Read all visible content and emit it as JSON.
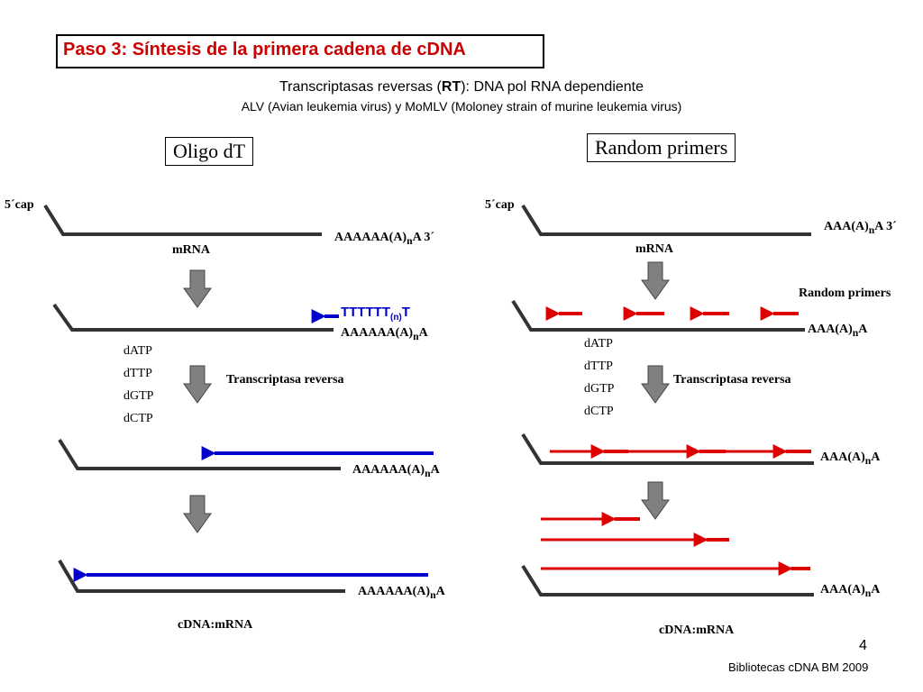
{
  "title": "Paso 3: Síntesis de la primera cadena de cDNA",
  "subtitle": {
    "prefix": "Transcriptasas reversas (",
    "abbr": "RT",
    "suffix": "): DNA pol RNA dependiente",
    "line2": "ALV (Avian leukemia virus) y MoMLV (Moloney strain of murine leukemia virus)"
  },
  "left": {
    "heading": "Oligo dT",
    "cap": "5´cap",
    "tail_row1": {
      "pre": "AAAAAA(A)",
      "sub": "n",
      "post": "A  3´"
    },
    "mrna": "mRNA",
    "oligo": {
      "pre": "TTTTTT",
      "sub": "(n)",
      "post": "T"
    },
    "tail": {
      "pre": "AAAAAA(A)",
      "sub": "n",
      "post": "A"
    },
    "dntps": [
      "dATP",
      "dTTP",
      "dGTP",
      "dCTP"
    ],
    "enzyme": "Transcriptasa reversa",
    "result": "cDNA:mRNA"
  },
  "right": {
    "heading": "Random primers",
    "cap": "5´cap",
    "tail_row1": {
      "pre": "AAA(A)",
      "sub": "n",
      "post": "A  3´"
    },
    "mrna": "mRNA",
    "primers_label": "Random primers",
    "tail": {
      "pre": "AAA(A)",
      "sub": "n",
      "post": "A"
    },
    "dntps": [
      "dATP",
      "dTTP",
      "dGTP",
      "dCTP"
    ],
    "enzyme": "Transcriptasa reversa",
    "result": "cDNA:mRNA"
  },
  "footer": {
    "page": "4",
    "caption": "Bibliotecas cDNA BM 2009"
  },
  "colors": {
    "title": "#cc0000",
    "strand": "#333333",
    "cdna_blue": "#0000cc",
    "primer_red": "#dd0000",
    "process_arrow": "#808080"
  }
}
